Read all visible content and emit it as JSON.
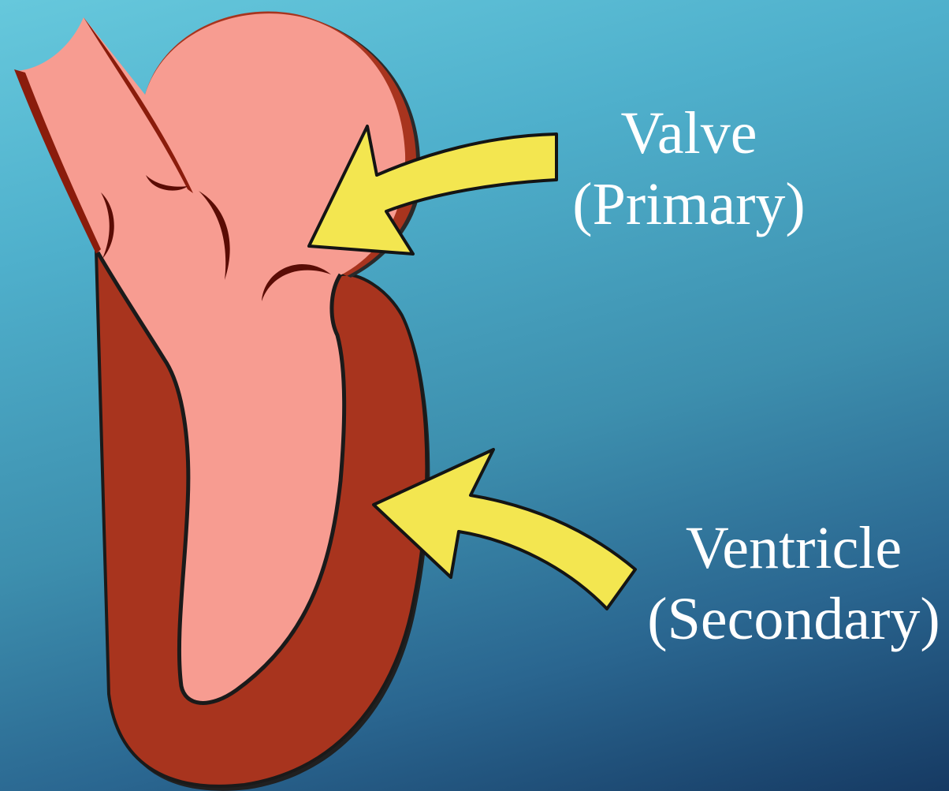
{
  "labels": {
    "valve": {
      "line1": "Valve",
      "line2": "(Primary)"
    },
    "ventricle": {
      "line1": "Ventricle",
      "line2": "(Secondary)"
    }
  },
  "colors": {
    "background_top": "#66c8dc",
    "background_bottom": "#163a63",
    "muscle_dark_red": "#a8341e",
    "chamber_pink": "#f79c91",
    "vessel_shadow": "#8a1c0c",
    "arrow_yellow": "#f3e650",
    "outline": "#1a1a1a",
    "label_text": "#ffffff"
  }
}
